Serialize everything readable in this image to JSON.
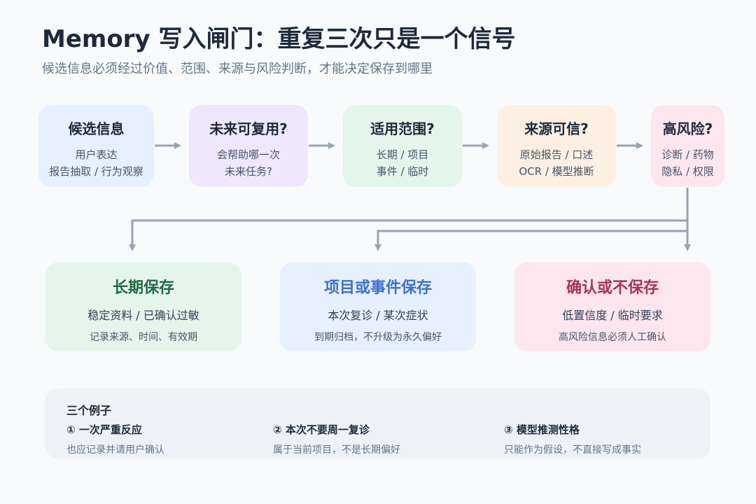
{
  "header": {
    "title": "Memory 写入闸门：重复三次只是一个信号",
    "subtitle": "候选信息必须经过价值、范围、来源与风险判断，才能决定保存到哪里"
  },
  "colors": {
    "step_candidate": "#e7f0fe",
    "step_future": "#efe7fc",
    "step_scope": "#e4f5ec",
    "step_source": "#fdf0e2",
    "step_risk": "#fde6ee",
    "out_long": "#e5f5ec",
    "out_project": "#e7f0fe",
    "out_confirm": "#fde6ee",
    "text_long": "#1f6b46",
    "text_project": "#3b6fd4",
    "text_confirm": "#a8335a",
    "arrow": "#9aa3b2"
  },
  "flow": {
    "steps": [
      {
        "title": "候选信息",
        "lines": [
          "用户表达",
          "报告抽取 / 行为观察"
        ]
      },
      {
        "title": "未来可复用?",
        "lines": [
          "会帮助哪一次",
          "未来任务?"
        ]
      },
      {
        "title": "适用范围?",
        "lines": [
          "长期 / 项目",
          "事件 / 临时"
        ]
      },
      {
        "title": "来源可信?",
        "lines": [
          "原始报告 / 口述",
          "OCR / 模型推断"
        ]
      },
      {
        "title": "高风险?",
        "lines": [
          "诊断 / 药物",
          "隐私 / 权限"
        ]
      }
    ]
  },
  "outcomes": [
    {
      "title": "长期保存",
      "line1": "稳定资料 / 已确认过敏",
      "line2": "记录来源、时间、有效期"
    },
    {
      "title": "项目或事件保存",
      "line1": "本次复诊 / 某次症状",
      "line2": "到期归档，不升级为永久偏好"
    },
    {
      "title": "确认或不保存",
      "line1": "低置信度 / 临时要求",
      "line2": "高风险信息必须人工确认"
    }
  ],
  "examples": {
    "heading": "三个例子",
    "items": [
      {
        "title": "① 一次严重反应",
        "desc": "也应记录并请用户确认"
      },
      {
        "title": "② 本次不要周一复诊",
        "desc": "属于当前项目，不是长期偏好"
      },
      {
        "title": "③ 模型推测性格",
        "desc": "只能作为假设，不直接写成事实"
      }
    ]
  }
}
